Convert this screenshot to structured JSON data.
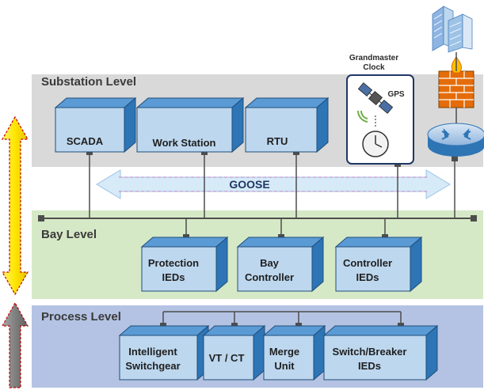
{
  "levels": {
    "substation": "Substation Level",
    "bay": "Bay Level",
    "process": "Process Level"
  },
  "substation_devices": [
    "SCADA",
    "Work Station",
    "RTU"
  ],
  "bay_devices": [
    {
      "line1": "Protection",
      "line2": "IEDs"
    },
    {
      "line1": "Bay",
      "line2": "Controller"
    },
    {
      "line1": "Controller",
      "line2": "IEDs"
    }
  ],
  "process_devices": [
    {
      "line1": "Intelligent",
      "line2": "Switchgear"
    },
    {
      "line1": "VT / CT",
      "line2": ""
    },
    {
      "line1": "Merge",
      "line2": "Unit"
    },
    {
      "line1": "Switch/Breaker",
      "line2": "IEDs"
    }
  ],
  "clock": {
    "title_line1": "Grandmaster",
    "title_line2": "Clock",
    "gps": "GPS"
  },
  "goose": "GOOSE",
  "colors": {
    "substation_band": "#d9d9d9",
    "bay_band": "#d6e9c6",
    "process_band": "#b4c3e3",
    "box_front": "#bdd7ee",
    "box_side": "#2e75b6",
    "box_top": "#5b9bd5",
    "arrow_yellow": "#ffe600",
    "arrow_grey": "#808080",
    "goose_arrow": "#d6eaf8",
    "firewall": "#e46c0a"
  },
  "icons": [
    "satellite-icon",
    "clock-icon",
    "firewall-icon",
    "router-icon",
    "building-icon"
  ]
}
